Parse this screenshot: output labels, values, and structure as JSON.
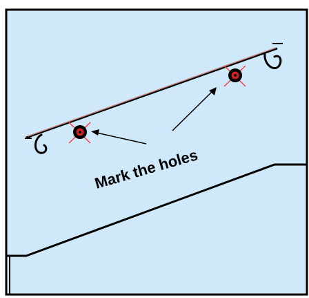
{
  "caption": "Mark the holes",
  "colors": {
    "wall": "#cfe9fb",
    "outline": "#000000",
    "rail_highlight": "#c98a8a",
    "hole_fill": "#d42020",
    "hole_ring": "#000000",
    "mark": "#ff4040"
  },
  "items": {
    "rail": "handrail",
    "holes": [
      "hole-left",
      "hole-right"
    ],
    "arrows": [
      "arrow-to-left-hole",
      "arrow-to-right-hole"
    ]
  }
}
